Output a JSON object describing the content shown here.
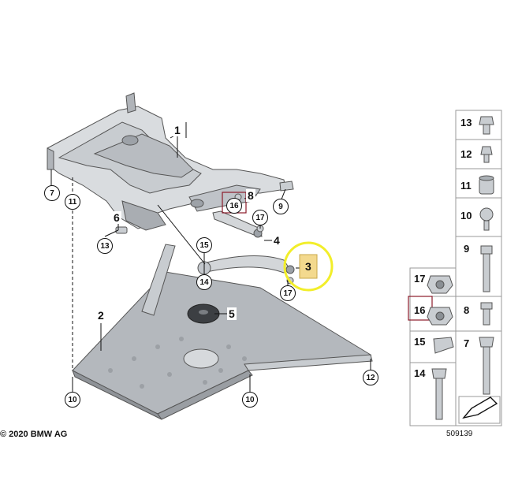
{
  "diagram": {
    "callouts": {
      "c1": "1",
      "c2": "2",
      "c3": "3",
      "c4": "4",
      "c5": "5",
      "c6": "6",
      "c7": "7",
      "c8": "8",
      "c9": "9",
      "c10a": "10",
      "c10b": "10",
      "c11": "11",
      "c12": "12",
      "c13": "13",
      "c14": "14",
      "c15": "15",
      "c16": "16",
      "c17a": "17",
      "c17b": "17"
    },
    "parts_list": [
      "13",
      "12",
      "11",
      "10",
      "9",
      "8",
      "7",
      "17",
      "16",
      "15",
      "14"
    ],
    "copyright": "© 2020 BMW AG",
    "doc_number": "509139",
    "highlight_color": "#f2ee2a",
    "box_color": "#8b1a2a"
  }
}
